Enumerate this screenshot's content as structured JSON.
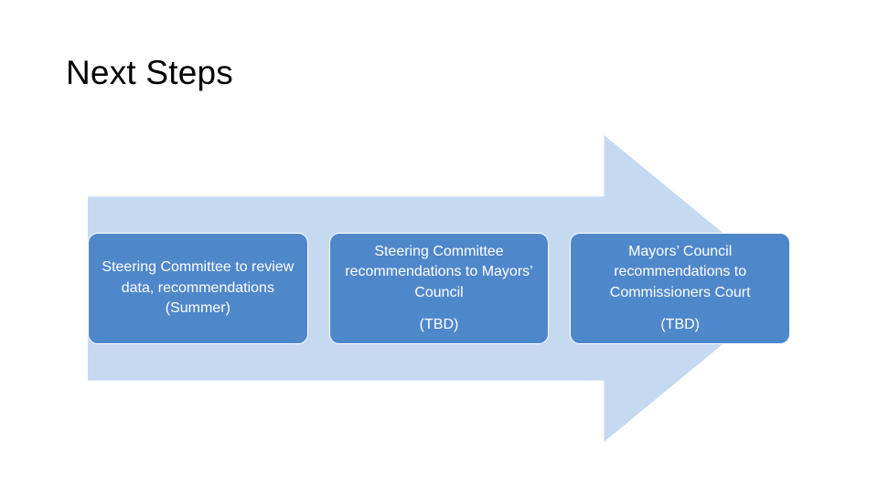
{
  "slide": {
    "title": "Next Steps",
    "background_color": "#ffffff",
    "arrow_color": "#c5d9f1",
    "box_color": "#4f87cb",
    "box_text_color": "#ffffff",
    "steps": [
      {
        "main": "Steering Committee to review data, recommendations (Summer)",
        "sub": ""
      },
      {
        "main": "Steering Committee recommendations to Mayors’ Council",
        "sub": "(TBD)"
      },
      {
        "main": "Mayors’ Council recommendations to Commissioners Court",
        "sub": "(TBD)"
      }
    ]
  }
}
